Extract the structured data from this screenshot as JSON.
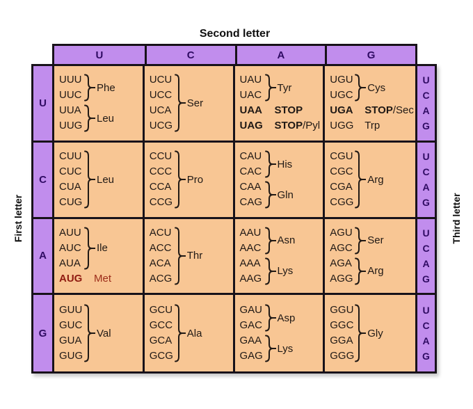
{
  "title": "Second letter",
  "axes": {
    "left": "First letter",
    "right": "Third letter"
  },
  "second_letters": [
    "U",
    "C",
    "A",
    "G"
  ],
  "first_letters": [
    "U",
    "C",
    "A",
    "G"
  ],
  "third_letters": [
    "U",
    "C",
    "A",
    "G"
  ],
  "colors": {
    "header_bg": "#c18ded",
    "cell_bg": "#f8c694",
    "border": "#18121a",
    "letter": "#2f0b63",
    "text": "#201915",
    "heading": "#0f0f0f",
    "start_codon": "#8f1a10",
    "start_amino": "#9c2c1a"
  },
  "cells": [
    {
      "row": "U",
      "col": "U",
      "groups": [
        {
          "codons": [
            "UUU",
            "UUC"
          ],
          "amino": "Phe"
        },
        {
          "codons": [
            "UUA",
            "UUG"
          ],
          "amino": "Leu"
        }
      ],
      "lines": []
    },
    {
      "row": "U",
      "col": "C",
      "groups": [
        {
          "codons": [
            "UCU",
            "UCC",
            "UCA",
            "UCG"
          ],
          "amino": "Ser"
        }
      ],
      "lines": []
    },
    {
      "row": "U",
      "col": "A",
      "groups": [
        {
          "codons": [
            "UAU",
            "UAC"
          ],
          "amino": "Tyr"
        }
      ],
      "lines": [
        {
          "codon": "UAA",
          "bold": true,
          "label": "STOP",
          "suffix": "",
          "red": false
        },
        {
          "codon": "UAG",
          "bold": true,
          "label": "STOP",
          "suffix": "/Pyl",
          "red": false
        }
      ]
    },
    {
      "row": "U",
      "col": "G",
      "groups": [
        {
          "codons": [
            "UGU",
            "UGC"
          ],
          "amino": "Cys"
        }
      ],
      "lines": [
        {
          "codon": "UGA",
          "bold": true,
          "label": "STOP",
          "suffix": "/Sec",
          "red": false
        },
        {
          "codon": "UGG",
          "bold": false,
          "label": "Trp",
          "suffix": "",
          "red": false
        }
      ]
    },
    {
      "row": "C",
      "col": "U",
      "groups": [
        {
          "codons": [
            "CUU",
            "CUC",
            "CUA",
            "CUG"
          ],
          "amino": "Leu"
        }
      ],
      "lines": []
    },
    {
      "row": "C",
      "col": "C",
      "groups": [
        {
          "codons": [
            "CCU",
            "CCC",
            "CCA",
            "CCG"
          ],
          "amino": "Pro"
        }
      ],
      "lines": []
    },
    {
      "row": "C",
      "col": "A",
      "groups": [
        {
          "codons": [
            "CAU",
            "CAC"
          ],
          "amino": "His"
        },
        {
          "codons": [
            "CAA",
            "CAG"
          ],
          "amino": "Gln"
        }
      ],
      "lines": []
    },
    {
      "row": "C",
      "col": "G",
      "groups": [
        {
          "codons": [
            "CGU",
            "CGC",
            "CGA",
            "CGG"
          ],
          "amino": "Arg"
        }
      ],
      "lines": []
    },
    {
      "row": "A",
      "col": "U",
      "groups": [
        {
          "codons": [
            "AUU",
            "AUC",
            "AUA"
          ],
          "amino": "Ile"
        }
      ],
      "lines": [
        {
          "codon": "AUG",
          "bold": true,
          "label": "Met",
          "suffix": "",
          "red": true
        }
      ]
    },
    {
      "row": "A",
      "col": "C",
      "groups": [
        {
          "codons": [
            "ACU",
            "ACC",
            "ACA",
            "ACG"
          ],
          "amino": "Thr"
        }
      ],
      "lines": []
    },
    {
      "row": "A",
      "col": "A",
      "groups": [
        {
          "codons": [
            "AAU",
            "AAC"
          ],
          "amino": "Asn"
        },
        {
          "codons": [
            "AAA",
            "AAG"
          ],
          "amino": "Lys"
        }
      ],
      "lines": []
    },
    {
      "row": "A",
      "col": "G",
      "groups": [
        {
          "codons": [
            "AGU",
            "AGC"
          ],
          "amino": "Ser"
        },
        {
          "codons": [
            "AGA",
            "AGG"
          ],
          "amino": "Arg"
        }
      ],
      "lines": []
    },
    {
      "row": "G",
      "col": "U",
      "groups": [
        {
          "codons": [
            "GUU",
            "GUC",
            "GUA",
            "GUG"
          ],
          "amino": "Val"
        }
      ],
      "lines": []
    },
    {
      "row": "G",
      "col": "C",
      "groups": [
        {
          "codons": [
            "GCU",
            "GCC",
            "GCA",
            "GCG"
          ],
          "amino": "Ala"
        }
      ],
      "lines": []
    },
    {
      "row": "G",
      "col": "A",
      "groups": [
        {
          "codons": [
            "GAU",
            "GAC"
          ],
          "amino": "Asp"
        },
        {
          "codons": [
            "GAA",
            "GAG"
          ],
          "amino": "Lys"
        }
      ],
      "lines": []
    },
    {
      "row": "G",
      "col": "G",
      "groups": [
        {
          "codons": [
            "GGU",
            "GGC",
            "GGA",
            "GGG"
          ],
          "amino": "Gly"
        }
      ],
      "lines": []
    }
  ]
}
